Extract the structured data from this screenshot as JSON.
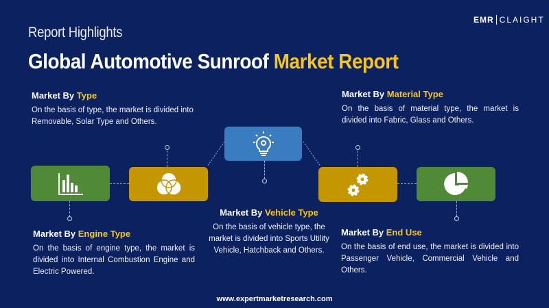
{
  "header": {
    "subtitle": "Report Highlights",
    "title_white": "Global Automotive Sunroof",
    "title_yellow": "Market Report",
    "logo_left": "EMR",
    "logo_right": "CLAIGHT"
  },
  "sections": {
    "type": {
      "prefix": "Market By",
      "highlight": "Type",
      "text": "On the basis of type, the market is divided into Removable, Solar Type and Others."
    },
    "material": {
      "prefix": "Market By",
      "highlight": "Material Type",
      "text": "On the basis of material type, the market is divided into Fabric, Glass and Others."
    },
    "engine": {
      "prefix": "Market By",
      "highlight": "Engine Type",
      "text": "On the basis of engine type, the market is divided into Internal Combustion Engine and Electric Powered."
    },
    "vehicle": {
      "prefix": "Market By",
      "highlight": "Vehicle Type",
      "text": "On the basis of vehicle type, the market is divided into Sports Utility Vehicle, Hatchback and Others."
    },
    "enduse": {
      "prefix": "Market By",
      "highlight": "End Use",
      "text": "On the basis of end use, the market is divided into Passenger Vehicle, Commercial Vehicle and Others."
    }
  },
  "icons": [
    "bar-chart-icon",
    "venn-diagram-icon",
    "lightbulb-gear-icon",
    "gears-icon",
    "pie-chart-icon"
  ],
  "colors": {
    "background": "#0c2160",
    "accent": "#f7c51c",
    "green": "#508a36",
    "gold": "#c49700",
    "blue": "#3a7cc0"
  },
  "footer": {
    "url": "www.expertmarketresearch.com"
  }
}
